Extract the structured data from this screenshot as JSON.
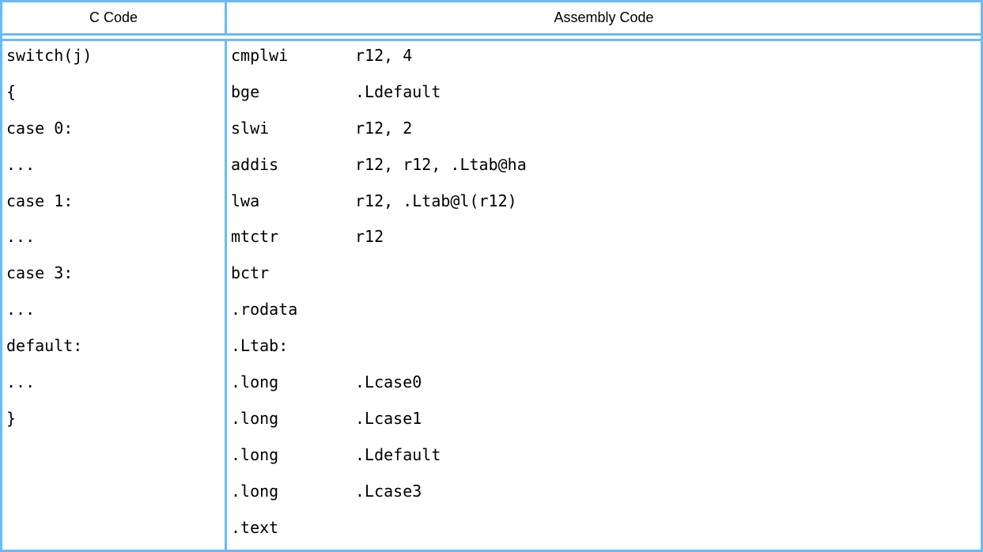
{
  "table": {
    "border_color": "#6cb9f7",
    "text_color": "#000000",
    "header": {
      "c_col": "C Code",
      "asm_col": "Assembly Code"
    },
    "c_code_lines": [
      "switch(j)",
      "{",
      "case 0:",
      "...",
      "case 1:",
      "...",
      "case 3:",
      "...",
      "default:",
      "...",
      "}"
    ],
    "assembly_lines": [
      {
        "mnemonic": "cmplwi",
        "operands": "r12, 4"
      },
      {
        "mnemonic": "bge",
        "operands": ".Ldefault"
      },
      {
        "mnemonic": "slwi",
        "operands": "r12, 2"
      },
      {
        "mnemonic": "addis",
        "operands": "r12, r12, .Ltab@ha"
      },
      {
        "mnemonic": "lwa",
        "operands": "r12, .Ltab@l(r12)"
      },
      {
        "mnemonic": "mtctr",
        "operands": "r12"
      },
      {
        "mnemonic": "bctr",
        "operands": ""
      },
      {
        "mnemonic": ".rodata",
        "operands": ""
      },
      {
        "mnemonic": ".Ltab:",
        "operands": ""
      },
      {
        "mnemonic": ".long",
        "operands": ".Lcase0"
      },
      {
        "mnemonic": ".long",
        "operands": ".Lcase1"
      },
      {
        "mnemonic": ".long",
        "operands": ".Ldefault"
      },
      {
        "mnemonic": ".long",
        "operands": ".Lcase3"
      },
      {
        "mnemonic": ".text",
        "operands": ""
      }
    ]
  }
}
